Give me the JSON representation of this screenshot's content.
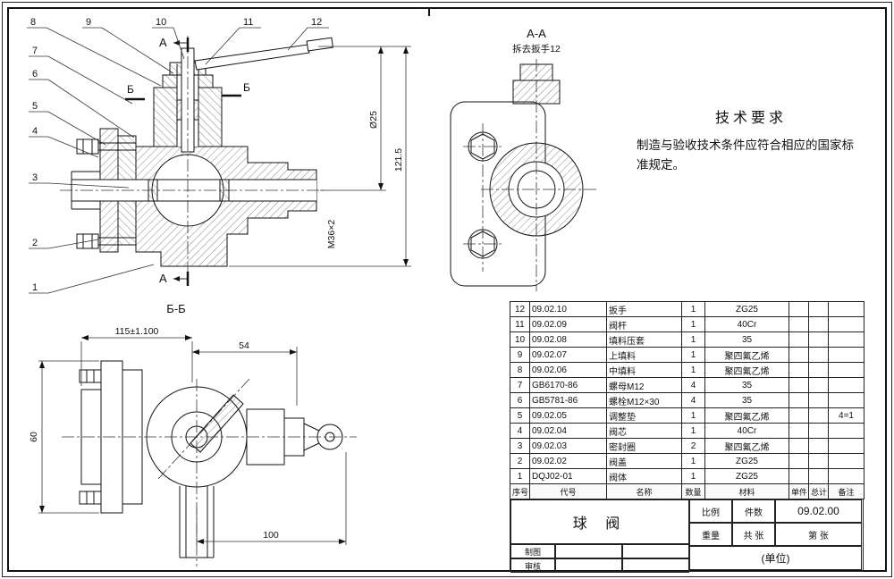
{
  "front": {
    "callouts": [
      "1",
      "2",
      "3",
      "4",
      "5",
      "6",
      "7",
      "8",
      "9",
      "10",
      "11",
      "12"
    ],
    "section_a": "A",
    "cut_b": "Б",
    "dim_inner": "Ø25",
    "dim_outer": "121.5",
    "dim_thread": "M36×2"
  },
  "aa": {
    "title": "A-A",
    "note": "拆去扳手12"
  },
  "bb": {
    "title": "Б-Б",
    "dim_width": "115±1.100",
    "dim_54": "54",
    "dim_100": "100",
    "dim_dia": "60"
  },
  "tech": {
    "title": "技术要求",
    "body": "制造与验收技术条件应符合相应的国家标准规定。"
  },
  "bom": {
    "headers": {
      "no": "序号",
      "code": "代号",
      "name": "名称",
      "qty": "数量",
      "mat": "材料",
      "unit_w": "单件",
      "total_w": "总计",
      "remark": "备注"
    },
    "rows": [
      {
        "no": "12",
        "code": "09.02.10",
        "name": "扳手",
        "qty": "1",
        "mat": "ZG25",
        "remark": ""
      },
      {
        "no": "11",
        "code": "09.02.09",
        "name": "阀杆",
        "qty": "1",
        "mat": "40Cr",
        "remark": ""
      },
      {
        "no": "10",
        "code": "09.02.08",
        "name": "填料压套",
        "qty": "1",
        "mat": "35",
        "remark": ""
      },
      {
        "no": "9",
        "code": "09.02.07",
        "name": "上填料",
        "qty": "1",
        "mat": "聚四氟乙烯",
        "remark": ""
      },
      {
        "no": "8",
        "code": "09.02.06",
        "name": "中填料",
        "qty": "1",
        "mat": "聚四氟乙烯",
        "remark": ""
      },
      {
        "no": "7",
        "code": "GB6170-86",
        "name": "螺母M12",
        "qty": "4",
        "mat": "35",
        "remark": ""
      },
      {
        "no": "6",
        "code": "GB5781-86",
        "name": "螺栓M12×30",
        "qty": "4",
        "mat": "35",
        "remark": ""
      },
      {
        "no": "5",
        "code": "09.02.05",
        "name": "调整垫",
        "qty": "1",
        "mat": "聚四氟乙烯",
        "remark": "4=1"
      },
      {
        "no": "4",
        "code": "09.02.04",
        "name": "阀芯",
        "qty": "1",
        "mat": "40Cr",
        "remark": ""
      },
      {
        "no": "3",
        "code": "09.02.03",
        "name": "密封圈",
        "qty": "2",
        "mat": "聚四氟乙烯",
        "remark": ""
      },
      {
        "no": "2",
        "code": "09.02.02",
        "name": "阀盖",
        "qty": "1",
        "mat": "ZG25",
        "remark": ""
      },
      {
        "no": "1",
        "code": "DQJ02-01",
        "name": "阀体",
        "qty": "1",
        "mat": "ZG25",
        "remark": ""
      }
    ]
  },
  "tb": {
    "name": "球  阀",
    "dwg_no": "09.02.00",
    "unit": "(单位)",
    "scale": "比例",
    "qty": "件数",
    "weight": "重量",
    "sheets": "共 张",
    "page": "第 张",
    "draw": "制图",
    "check": "审核"
  }
}
